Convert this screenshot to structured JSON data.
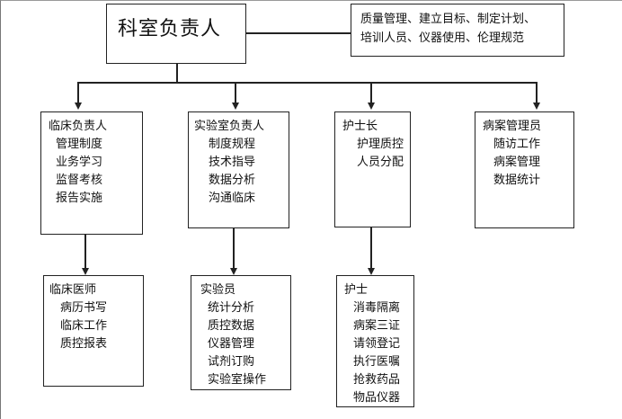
{
  "root": {
    "title": "科室负责人",
    "duties": [
      "质量管理、建立目标、制定计划、",
      "培训人员、仪器使用、伦理规范"
    ]
  },
  "roles": [
    {
      "title": "临床负责人",
      "items": [
        "管理制度",
        "业务学习",
        "监督考核",
        "报告实施"
      ]
    },
    {
      "title": "实验室负责人",
      "items": [
        "制度规程",
        "技术指导",
        "数据分析",
        "沟通临床"
      ]
    },
    {
      "title": "护士长",
      "items": [
        "护理质控",
        "人员分配"
      ]
    },
    {
      "title": "病案管理员",
      "items": [
        "随访工作",
        "病案管理",
        "数据统计"
      ]
    }
  ],
  "staff": [
    {
      "title": "临床医师",
      "items": [
        "病历书写",
        "临床工作",
        "质控报表"
      ]
    },
    {
      "title": "实验员",
      "items": [
        "统计分析",
        "质控数据",
        "仪器管理",
        "试剂订购",
        "实验室操作"
      ]
    },
    {
      "title": "护士",
      "items": [
        "消毒隔离",
        "病案三证",
        "请领登记",
        "执行医嘱",
        "抢救药品",
        "物品仪器"
      ]
    }
  ]
}
